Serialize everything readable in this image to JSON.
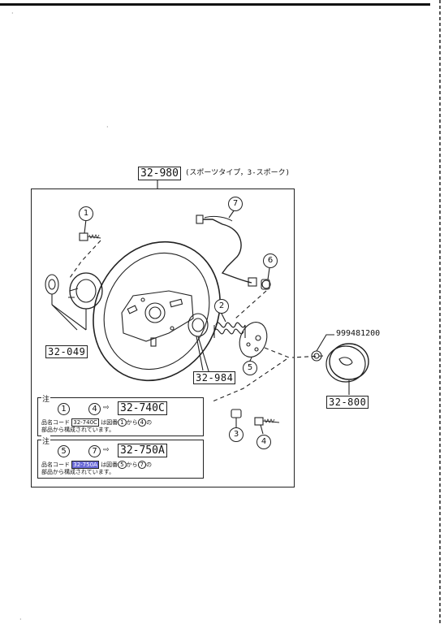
{
  "assembly": {
    "part_no": "32-980",
    "description": "(スポーツタイプ，3-スポーク)"
  },
  "callouts": [
    {
      "num": "1"
    },
    {
      "num": "2"
    },
    {
      "num": "3"
    },
    {
      "num": "4"
    },
    {
      "num": "5"
    },
    {
      "num": "6"
    },
    {
      "num": "7"
    }
  ],
  "labels": {
    "boss_kit": "32-049",
    "spacer": "32-984",
    "horn_pad": "32-800",
    "nut_part": "999481200"
  },
  "notes": [
    {
      "tag": "注",
      "from": "1",
      "to": "4",
      "arrow": "⇨",
      "code": "32-740C",
      "line1_a": "品名コード",
      "line1_b": "は図番",
      "line1_c": "から",
      "line1_d": "の",
      "line2": "部品から構成されています。"
    },
    {
      "tag": "注",
      "from": "5",
      "to": "7",
      "arrow": "⇨",
      "code": "32-750A",
      "line1_a": "品名コード",
      "line1_b": "は図番",
      "line1_c": "から",
      "line1_d": "の",
      "line2": "部品から構成されています。"
    }
  ]
}
